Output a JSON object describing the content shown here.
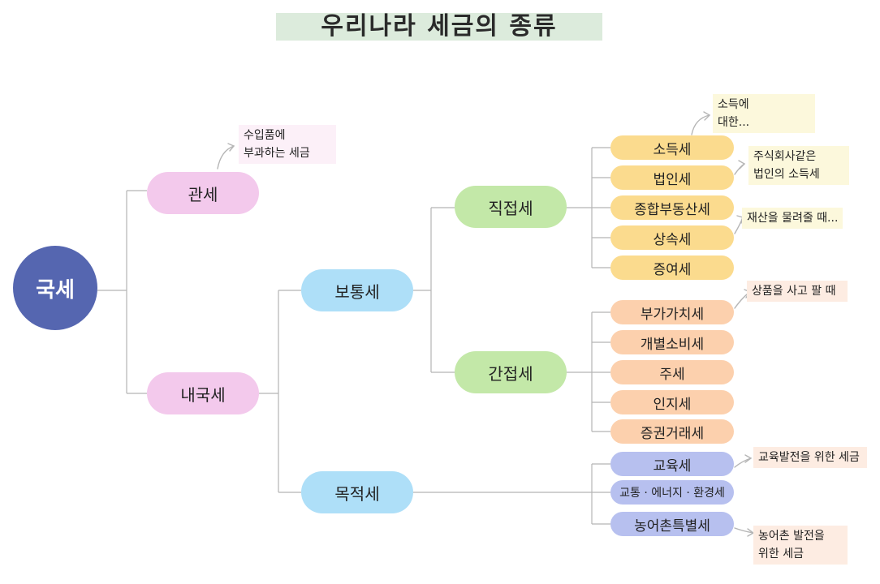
{
  "title": "우리나라 세금의 종류",
  "root": "국세",
  "level1": {
    "customs": "관세",
    "domestic": "내국세"
  },
  "level2": {
    "ordinary": "보통세",
    "purpose": "목적세"
  },
  "level3": {
    "direct": "직접세",
    "indirect": "간접세"
  },
  "direct_taxes": [
    "소득세",
    "법인세",
    "종합부동산세",
    "상속세",
    "증여세"
  ],
  "indirect_taxes": [
    "부가가치세",
    "개별소비세",
    "주세",
    "인지세",
    "증권거래세"
  ],
  "purpose_taxes": [
    "교육세",
    "교통 · 에너지 · 환경세",
    "농어촌특별세"
  ],
  "notes": {
    "customs": [
      "수입품에",
      "부과하는 세금"
    ],
    "income": [
      "소득에",
      "대한..."
    ],
    "corporate": [
      "주식회사같은",
      "법인의 소득세"
    ],
    "inheritance": [
      "재산을 물려줄 때..."
    ],
    "vat": [
      "상품을 사고 팔 때"
    ],
    "education": [
      "교육발전을 위한 세금"
    ],
    "rural": [
      "농어촌 발전을",
      "위한 세금"
    ]
  },
  "colors": {
    "root": "#5566b0",
    "level1": "#f3c9ec",
    "level2": "#aedff8",
    "level3": "#c3e8a8",
    "direct_leaf": "#fbdb8e",
    "indirect_leaf": "#fcd0ad",
    "purpose_leaf": "#b7c0ef",
    "title_bg": "#dcebdc"
  }
}
